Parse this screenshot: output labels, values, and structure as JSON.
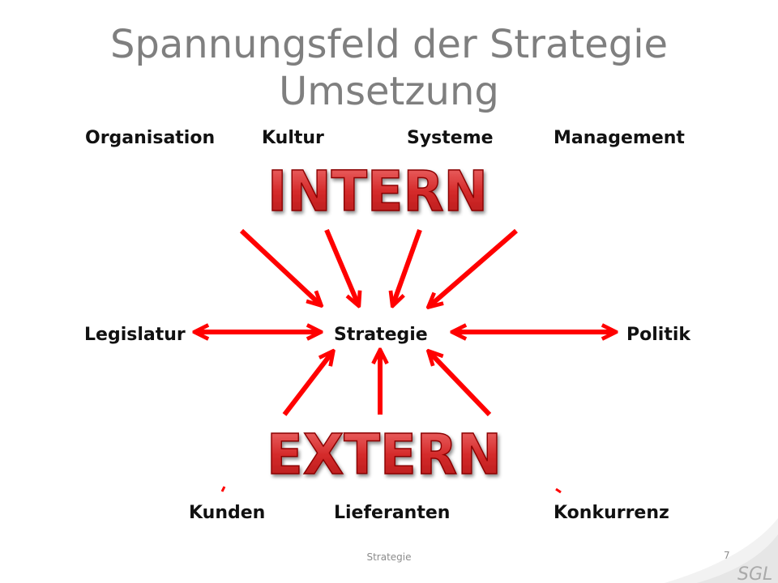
{
  "title": {
    "line1": "Spannungsfeld der Strategie",
    "line2": "Umsetzung"
  },
  "internal_factors": [
    "Organisation",
    "Kultur",
    "Systeme",
    "Management"
  ],
  "center_label": "Strategie",
  "side_factors": {
    "left": "Legislatur",
    "right": "Politik"
  },
  "external_factors": [
    "Kunden",
    "Lieferanten",
    "Konkurrenz"
  ],
  "intern_word": "INTERN",
  "extern_word": "EXTERN",
  "footer": {
    "text": "Strategie",
    "page_number": "7"
  },
  "logo_text": "SGL",
  "colors": {
    "arrow": "#ff0000",
    "title": "#7f7f7f",
    "big_word_fill": "#d42a2a"
  }
}
